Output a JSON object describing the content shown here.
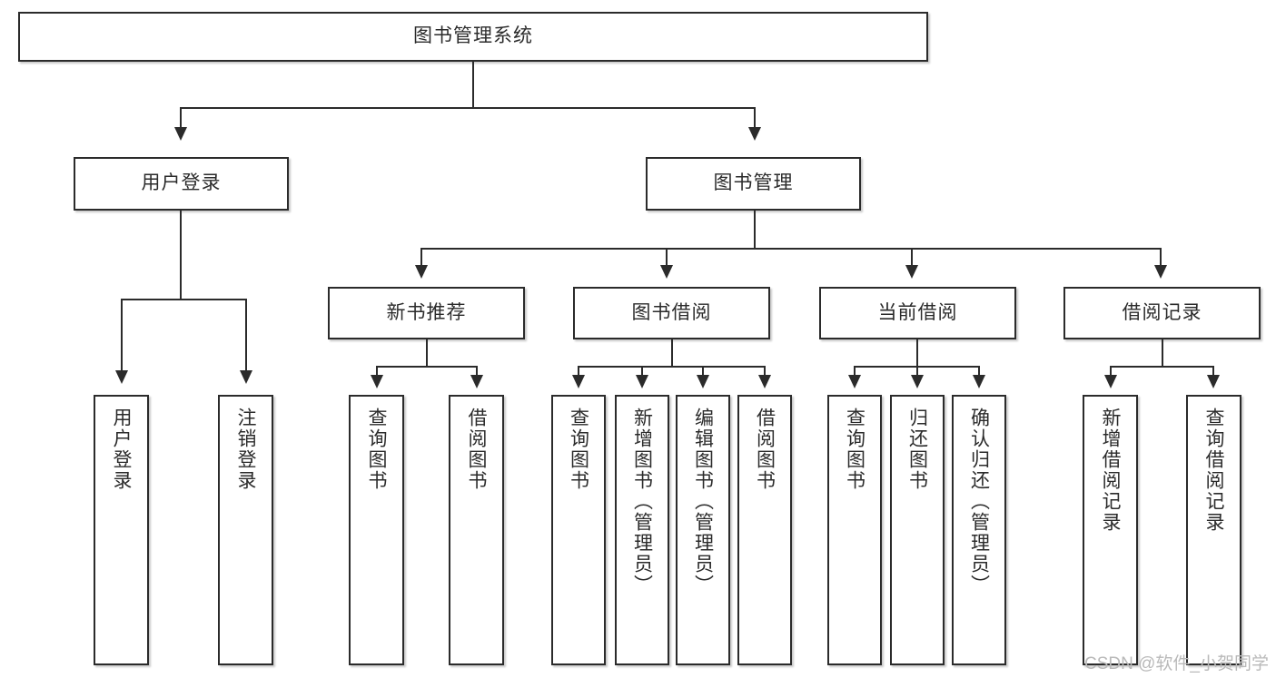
{
  "diagram": {
    "title": "图书管理系统",
    "type": "tree",
    "root": {
      "label": "图书管理系统"
    },
    "level1": [
      {
        "label": "用户登录"
      },
      {
        "label": "图书管理"
      }
    ],
    "level2": [
      {
        "label": "新书推荐"
      },
      {
        "label": "图书借阅"
      },
      {
        "label": "当前借阅"
      },
      {
        "label": "借阅记录"
      }
    ],
    "leaves": {
      "user_login": [
        {
          "label": "用户登录"
        },
        {
          "label": "注销登录"
        }
      ],
      "new_book_recommend": [
        {
          "label": "查询图书"
        },
        {
          "label": "借阅图书"
        }
      ],
      "book_borrow": [
        {
          "label": "查询图书"
        },
        {
          "label": "新增图书（管理员）"
        },
        {
          "label": "编辑图书（管理员）"
        },
        {
          "label": "借阅图书"
        }
      ],
      "current_borrow": [
        {
          "label": "查询图书"
        },
        {
          "label": "归还图书"
        },
        {
          "label": "确认归还（管理员）"
        }
      ],
      "borrow_record": [
        {
          "label": "新增借阅记录"
        },
        {
          "label": "查询借阅记录"
        }
      ]
    }
  },
  "watermark": {
    "text": "CSDN @软件_小贺同学"
  },
  "colors": {
    "stroke": "#2b2b2b",
    "background": "#ffffff",
    "watermark": "#b9b9b9"
  }
}
